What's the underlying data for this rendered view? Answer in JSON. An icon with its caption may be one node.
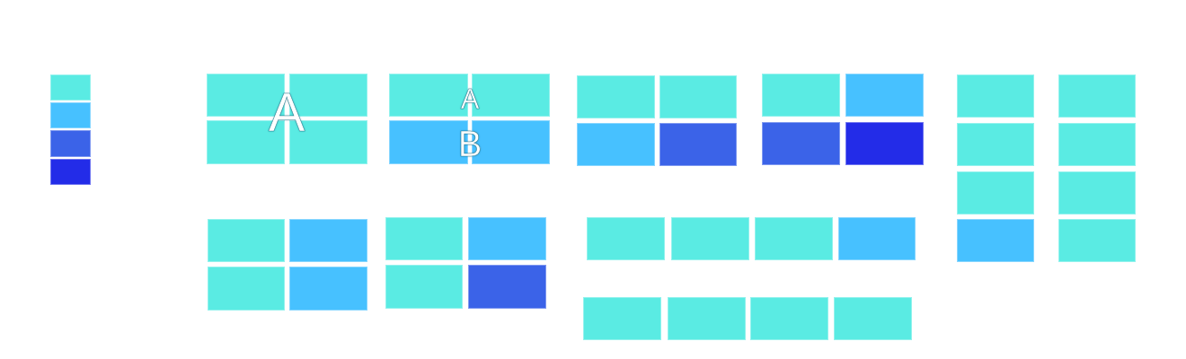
{
  "diagram": {
    "nodes": [
      {
        "text": [],
        "shape": "box"
      },
      {
        "text": [],
        "shape": "box"
      },
      {
        "text": [],
        "shape": "box"
      },
      {
        "text": [],
        "shape": "box"
      },
      {
        "text": [],
        "shape": "box"
      },
      {
        "text": [],
        "shape": "box"
      },
      {
        "text": [],
        "shape": "box"
      },
      {
        "text": [],
        "shape": "box"
      },
      {
        "text": [],
        "shape": "box"
      },
      {
        "text": [],
        "shape": "box"
      },
      {
        "text": [],
        "shape": "box"
      },
      {
        "text": [],
        "shape": "box"
      },
      {
        "text": [],
        "shape": "box"
      },
      {
        "text": [],
        "shape": "box"
      },
      {
        "text": [],
        "shape": "box"
      },
      {
        "text": [],
        "shape": "box"
      },
      {
        "text": [],
        "shape": "box"
      },
      {
        "text": [],
        "shape": "box"
      },
      {
        "text": [],
        "shape": "box"
      },
      {
        "text": [],
        "shape": "box"
      },
      {
        "text": [],
        "shape": "box"
      },
      {
        "text": [],
        "shape": "box"
      },
      {
        "text": [],
        "shape": "box"
      },
      {
        "text": [],
        "shape": "box"
      },
      {
        "text": [],
        "shape": "box"
      },
      {
        "text": [],
        "shape": "box"
      },
      {
        "text": [],
        "shape": "box"
      },
      {
        "text": [],
        "shape": "box"
      },
      {
        "text": [],
        "shape": "box"
      },
      {
        "text": [],
        "shape": "box"
      },
      {
        "text": [],
        "shape": "box"
      },
      {
        "text": [],
        "shape": "box"
      },
      {
        "text": [],
        "shape": "box"
      },
      {
        "text": [],
        "shape": "box"
      },
      {
        "text": [],
        "shape": "box"
      },
      {
        "text": [],
        "shape": "box"
      },
      {
        "text": [],
        "shape": "box"
      },
      {
        "text": [],
        "shape": "box"
      },
      {
        "text": [],
        "shape": "box"
      },
      {
        "text": [],
        "shape": "box"
      },
      {
        "text": [],
        "shape": "box"
      },
      {
        "text": [],
        "shape": "box"
      },
      {
        "text": [],
        "shape": "box"
      },
      {
        "text": [],
        "shape": "box"
      }
    ],
    "labels": [
      "A",
      "A",
      "B"
    ]
  }
}
